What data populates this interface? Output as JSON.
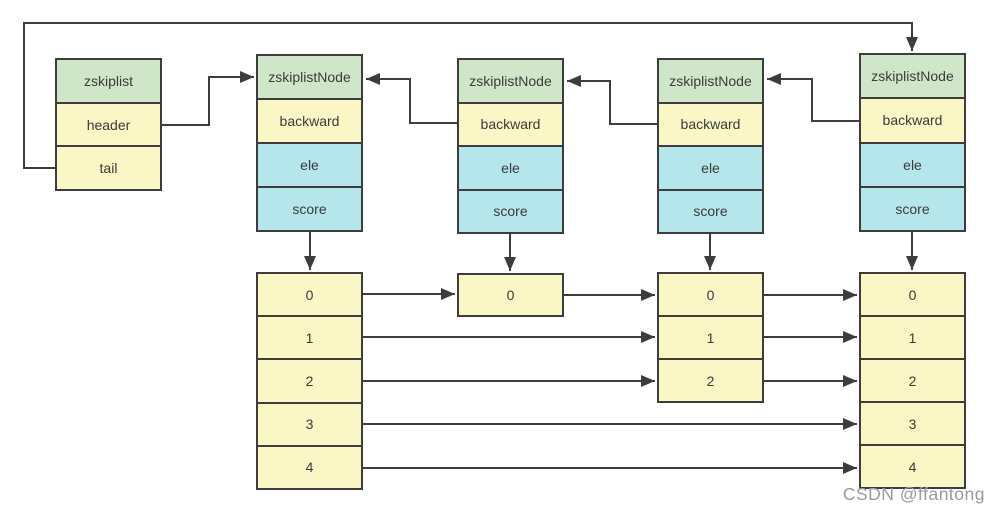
{
  "colors": {
    "bg": "#ffffff",
    "line": "#3d3d3d",
    "text": "#3b3b3b",
    "green": "#cfe7c8",
    "yellow": "#fbf6c5",
    "cyan": "#b5e6eb",
    "watermark": "#9a9a9a"
  },
  "zskiplist": {
    "title": "zskiplist",
    "fields": [
      "header",
      "tail"
    ]
  },
  "nodes": [
    {
      "title": "zskiplistNode",
      "fields": [
        "backward",
        "ele",
        "score"
      ],
      "levels": [
        "0",
        "1",
        "2",
        "3",
        "4"
      ]
    },
    {
      "title": "zskiplistNode",
      "fields": [
        "backward",
        "ele",
        "score"
      ],
      "levels": [
        "0"
      ]
    },
    {
      "title": "zskiplistNode",
      "fields": [
        "backward",
        "ele",
        "score"
      ],
      "levels": [
        "0",
        "1",
        "2"
      ]
    },
    {
      "title": "zskiplistNode",
      "fields": [
        "backward",
        "ele",
        "score"
      ],
      "levels": [
        "0",
        "1",
        "2",
        "3",
        "4"
      ]
    }
  ],
  "watermark": {
    "text": "CSDN @ffantong"
  }
}
